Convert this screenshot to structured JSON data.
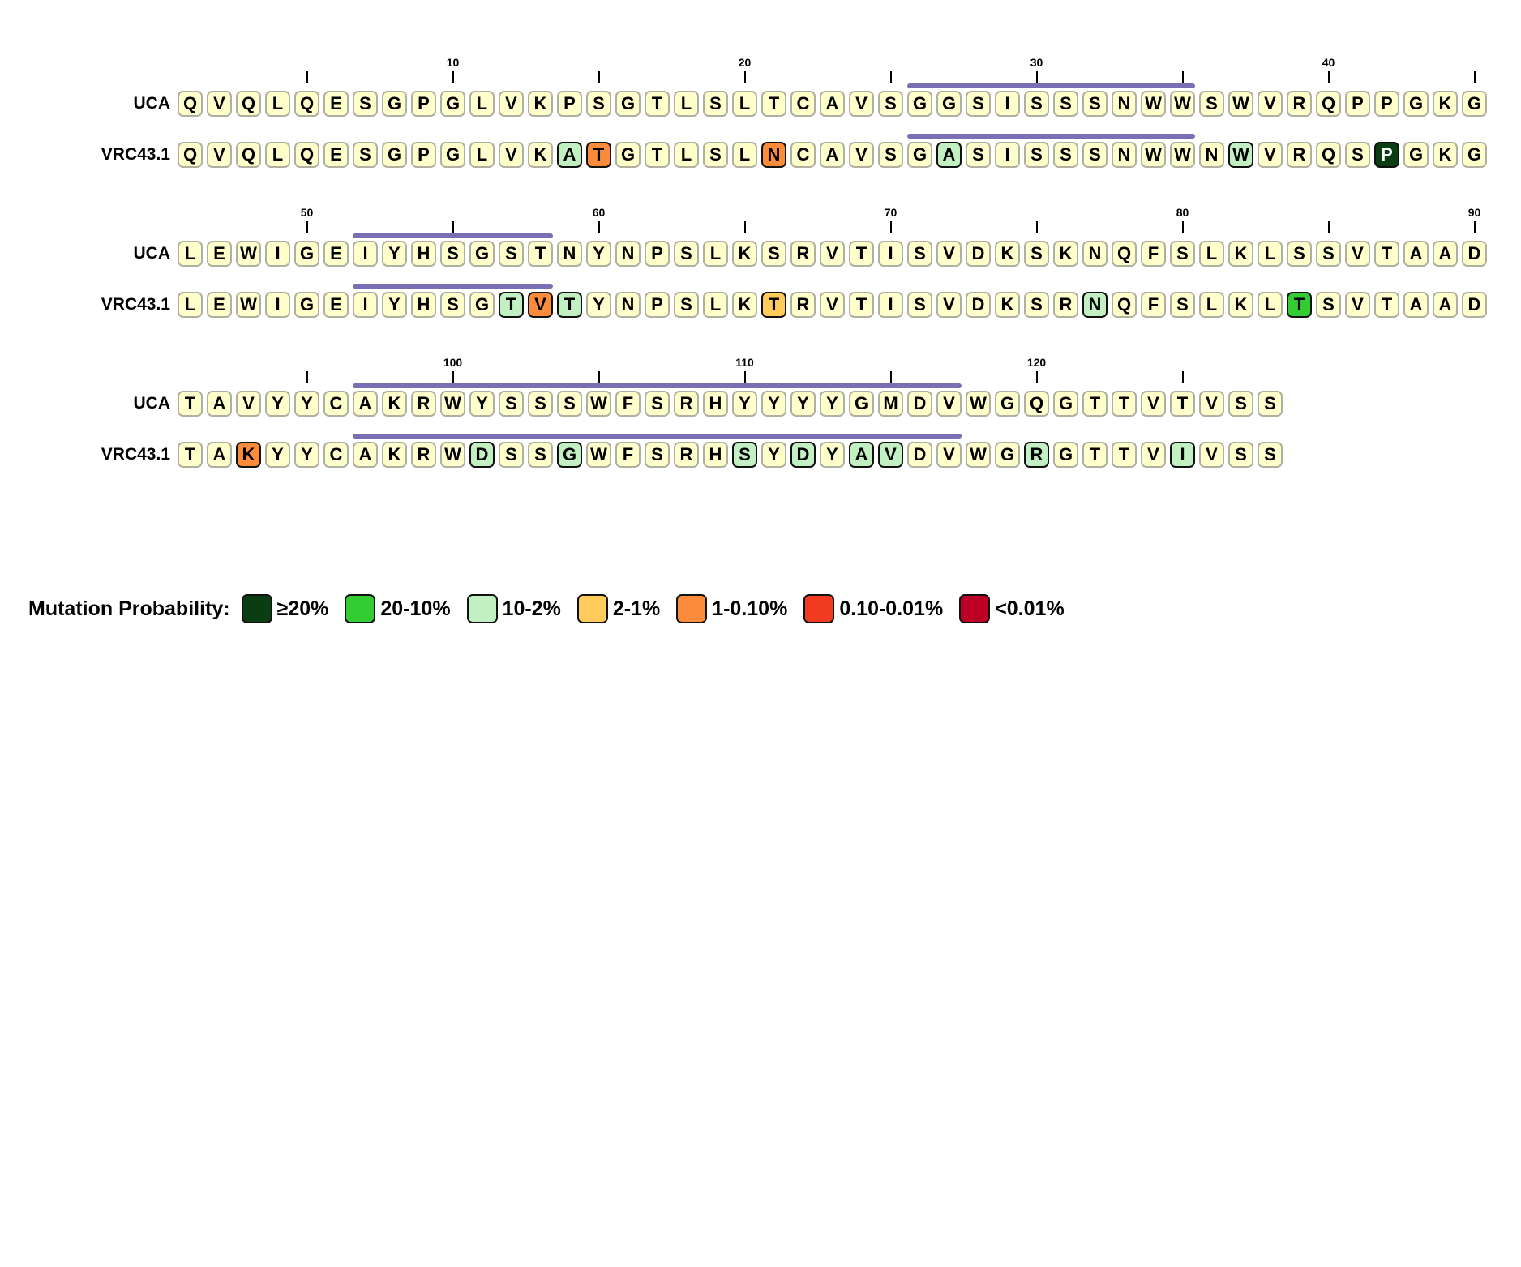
{
  "labels": {
    "uca": "UCA",
    "mature": "VRC43.1"
  },
  "blocks": [
    {
      "start": 1,
      "uca": "QVQLQESGPGLVKPSGTLSLTCAVSGGSISSSNWWSWVRQPPGKG",
      "mature": "QVQLQESGPGLVKATGTLSLNCAVSGASISSSNWWNWVRQSPGKG",
      "regions": [
        [
          26,
          35
        ]
      ],
      "mutations": {
        "14": "c3",
        "15": "c5",
        "21": "c5",
        "27": "c3",
        "37": "c3",
        "42": "c1"
      }
    },
    {
      "start": 46,
      "uca": "LEWIGEIYHSGSTNYNPSLKSRVTISVDKSKNQFSLKLSSVTAAD",
      "mature": "LEWIGEIYHSGTVTYNPSLKTRVTISVDKSRNQFSLKLTSVTAAD",
      "regions": [
        [
          52,
          58
        ]
      ],
      "mutations": {
        "57": "c3",
        "58": "c5",
        "59": "c3",
        "66": "c4",
        "77": "c3",
        "84": "c2"
      }
    },
    {
      "start": 91,
      "uca": "TAVYYCAKRWYSSSWFSRHYYYYGMDVWGQGTTVTVSS",
      "mature": "TAKYYCAKRWDSSGWFSRHSYDYAVDVWGRGTTVIVSS",
      "regions": [
        [
          97,
          117
        ]
      ],
      "mutations": {
        "93": "c5",
        "101": "c3",
        "104": "c3",
        "110": "c3",
        "112": "c3",
        "114": "c3",
        "115": "c3",
        "120": "c3",
        "125": "c3"
      }
    }
  ],
  "colors": {
    "unmutated": "#ffffcc",
    "region_bar": "#7a6fb5"
  },
  "legend": {
    "title": "Mutation Probability:",
    "items": [
      {
        "id": "c1",
        "label": "≥20%",
        "color": "#0b3d12",
        "text": "#ffffff"
      },
      {
        "id": "c2",
        "label": "20-10%",
        "color": "#33cc33",
        "text": "#000000"
      },
      {
        "id": "c3",
        "label": "10-2%",
        "color": "#c2f0c2",
        "text": "#000000"
      },
      {
        "id": "c4",
        "label": "2-1%",
        "color": "#ffcc5c",
        "text": "#000000"
      },
      {
        "id": "c5",
        "label": "1-0.10%",
        "color": "#fd8c3a",
        "text": "#000000"
      },
      {
        "id": "c6",
        "label": "0.10-0.01%",
        "color": "#f03b20",
        "text": "#000000"
      },
      {
        "id": "c7",
        "label": "<0.01%",
        "color": "#bd0026",
        "text": "#000000"
      }
    ]
  }
}
